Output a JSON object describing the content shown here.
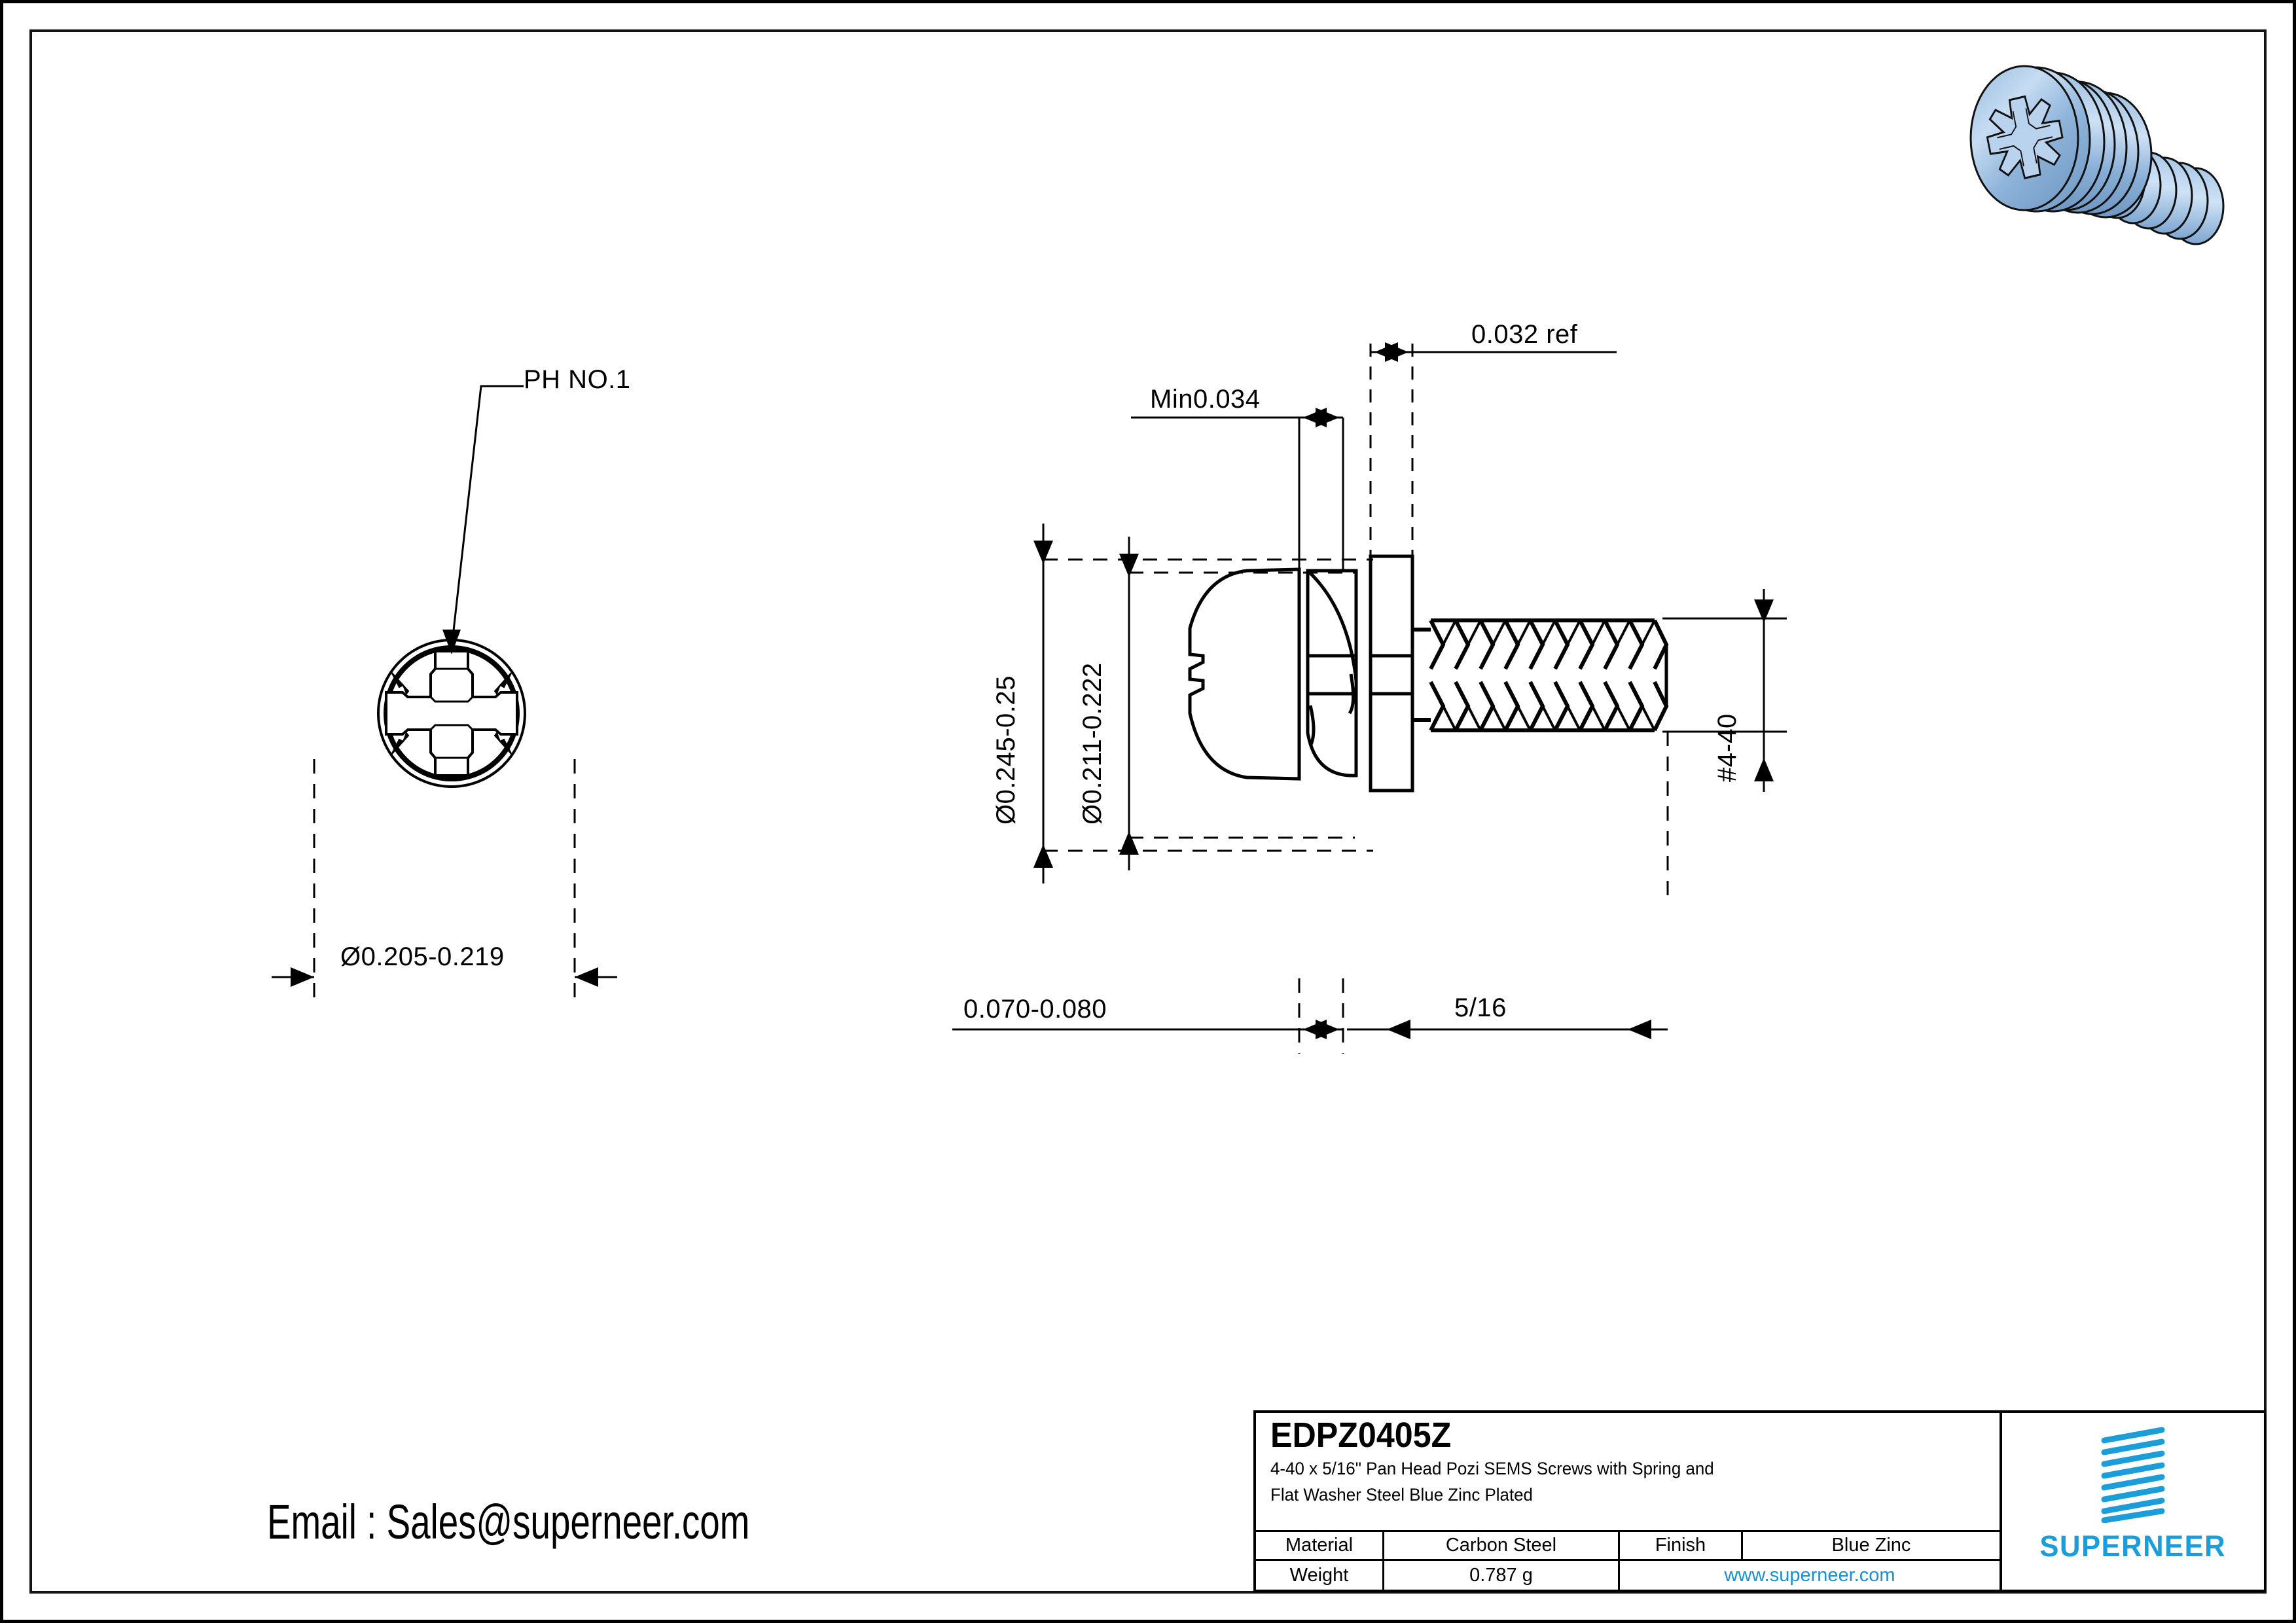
{
  "drawing": {
    "part_number": "EDPZ0405Z",
    "description_line1": "4-40 x 5/16\" Pan Head Pozi SEMS Screws with Spring and",
    "description_line2": "Flat Washer Steel Blue Zinc Plated",
    "email_text": "Email : Sales@superneer.com"
  },
  "callouts": {
    "recess": "PH NO.1"
  },
  "dimensions": {
    "head_dia_front": "Ø0.205-0.219",
    "washer_dia": "Ø0.245-0.25",
    "head_dia_side": "Ø0.211-0.222",
    "recess_depth": "Min0.034",
    "washer_thk": "0.032 ref",
    "head_height": "0.070-0.080",
    "thread_length": "5/16",
    "thread_spec": "#4-40"
  },
  "title_block": {
    "material_label": "Material",
    "material_value": "Carbon Steel",
    "finish_label": "Finish",
    "finish_value": "Blue Zinc",
    "weight_label": "Weight",
    "weight_value": "0.787 g",
    "website": "www.superneer.com",
    "brand": "SUPERNEER"
  },
  "colors": {
    "brand_blue": "#1a9dd9",
    "link_blue": "#1a8fd1",
    "line": "#000000",
    "screw_body": "#8eb3d9",
    "screw_light": "#bdd6ef",
    "screw_dark": "#6f97c2"
  }
}
